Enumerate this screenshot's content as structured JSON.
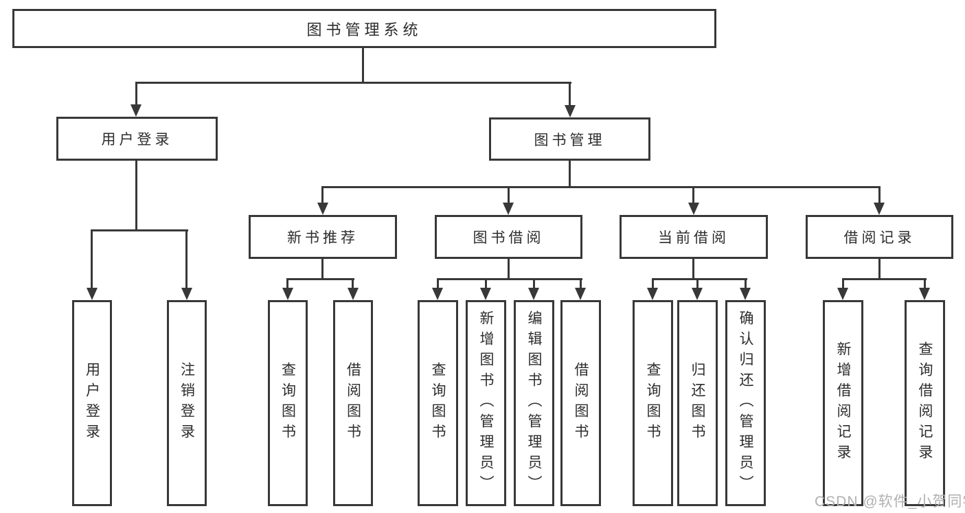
{
  "tree": {
    "root": {
      "label": "图书管理系统"
    },
    "user": {
      "label": "用户登录",
      "children": [
        "用户登录",
        "注销登录"
      ]
    },
    "book": {
      "label": "图书管理",
      "sections": [
        {
          "label": "新书推荐",
          "children": [
            "查询图书",
            "借阅图书"
          ]
        },
        {
          "label": "图书借阅",
          "children": [
            "查询图书",
            "新增图书（管理员）",
            "编辑图书（管理员）",
            "借阅图书"
          ]
        },
        {
          "label": "当前借阅",
          "children": [
            "查询图书",
            "归还图书",
            "确认归还（管理员）"
          ]
        },
        {
          "label": "借阅记录",
          "children": [
            "新增借阅记录",
            "查询借阅记录"
          ]
        }
      ]
    }
  },
  "watermark": {
    "text": "CSDN @软件_小贺同学"
  },
  "colors": {
    "line": "#383838",
    "text": "#2d2d2d",
    "watermark": "#b0b0b0",
    "background": "#ffffff"
  }
}
